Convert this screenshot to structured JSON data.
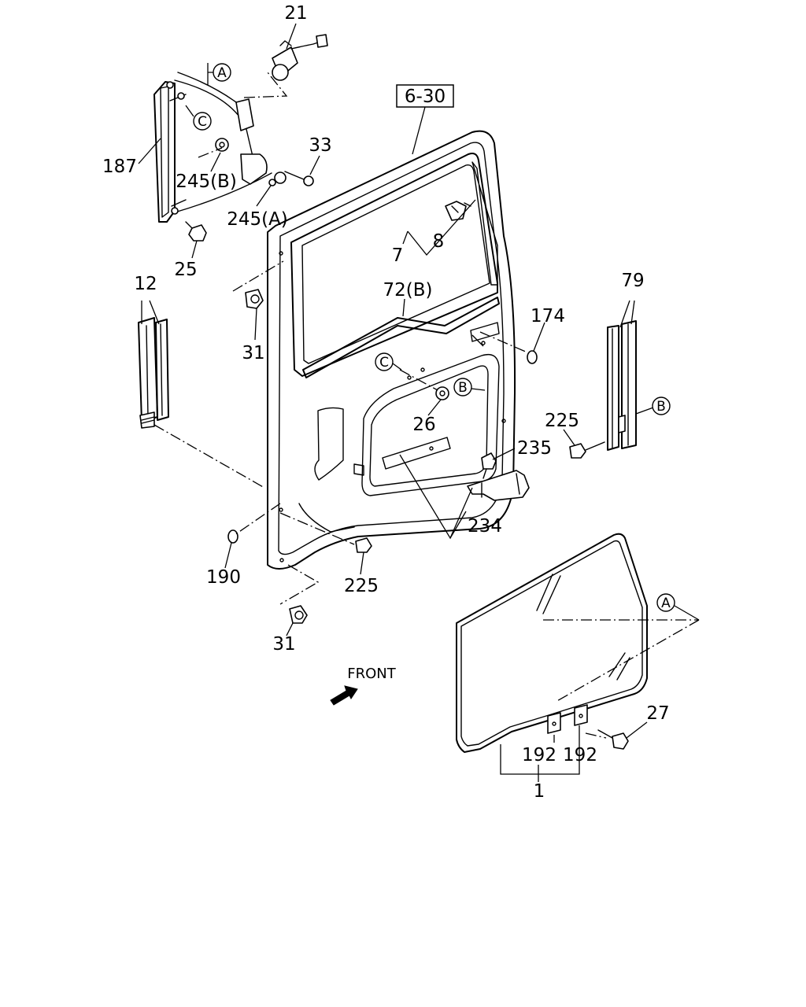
{
  "diagram": {
    "callouts": {
      "c21": "21",
      "c6_30": "6-30",
      "c33": "33",
      "c187": "187",
      "c245b": "245(B)",
      "c245a": "245(A)",
      "c25": "25",
      "c8": "8",
      "c7": "7",
      "c12": "12",
      "c79": "79",
      "c72b": "72(B)",
      "c174": "174",
      "c31_upper": "31",
      "c26": "26",
      "c225_right": "225",
      "c235": "235",
      "c234": "234",
      "c190": "190",
      "c225_lower": "225",
      "c31_lower": "31",
      "c27": "27",
      "c192_left": "192",
      "c192_right": "192",
      "c1": "1"
    },
    "reference_marks": {
      "a_top": "A",
      "c_left": "C",
      "c_mid": "C",
      "b_mid": "B",
      "b_right": "B",
      "a_right": "A"
    },
    "front_label": "FRONT"
  }
}
